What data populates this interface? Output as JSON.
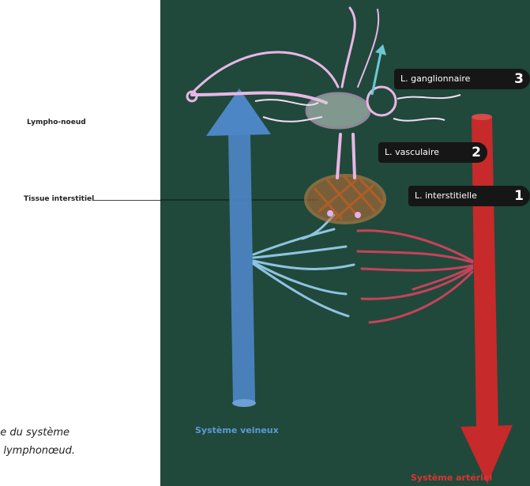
{
  "left_labels": {
    "lympho_noeud": "Lympho-noeud",
    "tissue_interstitiel": "Tissue interstitiel"
  },
  "caption": {
    "line1": "ue du système",
    "line2": "n lymphonœud."
  },
  "board": {
    "pills": [
      {
        "label": "L. ganglionnaire",
        "number": "3"
      },
      {
        "label": "L. vasculaire",
        "number": "2"
      },
      {
        "label": "L. interstitielle",
        "number": "1"
      }
    ],
    "venous_label": "Système veineux",
    "arterial_label": "Système artériel"
  },
  "colors": {
    "board": "#20493b",
    "venous": "#4d86c4",
    "arterial": "#c62a2a",
    "lymph": "#e9b6e6",
    "interstitial": "#c77a3a"
  }
}
